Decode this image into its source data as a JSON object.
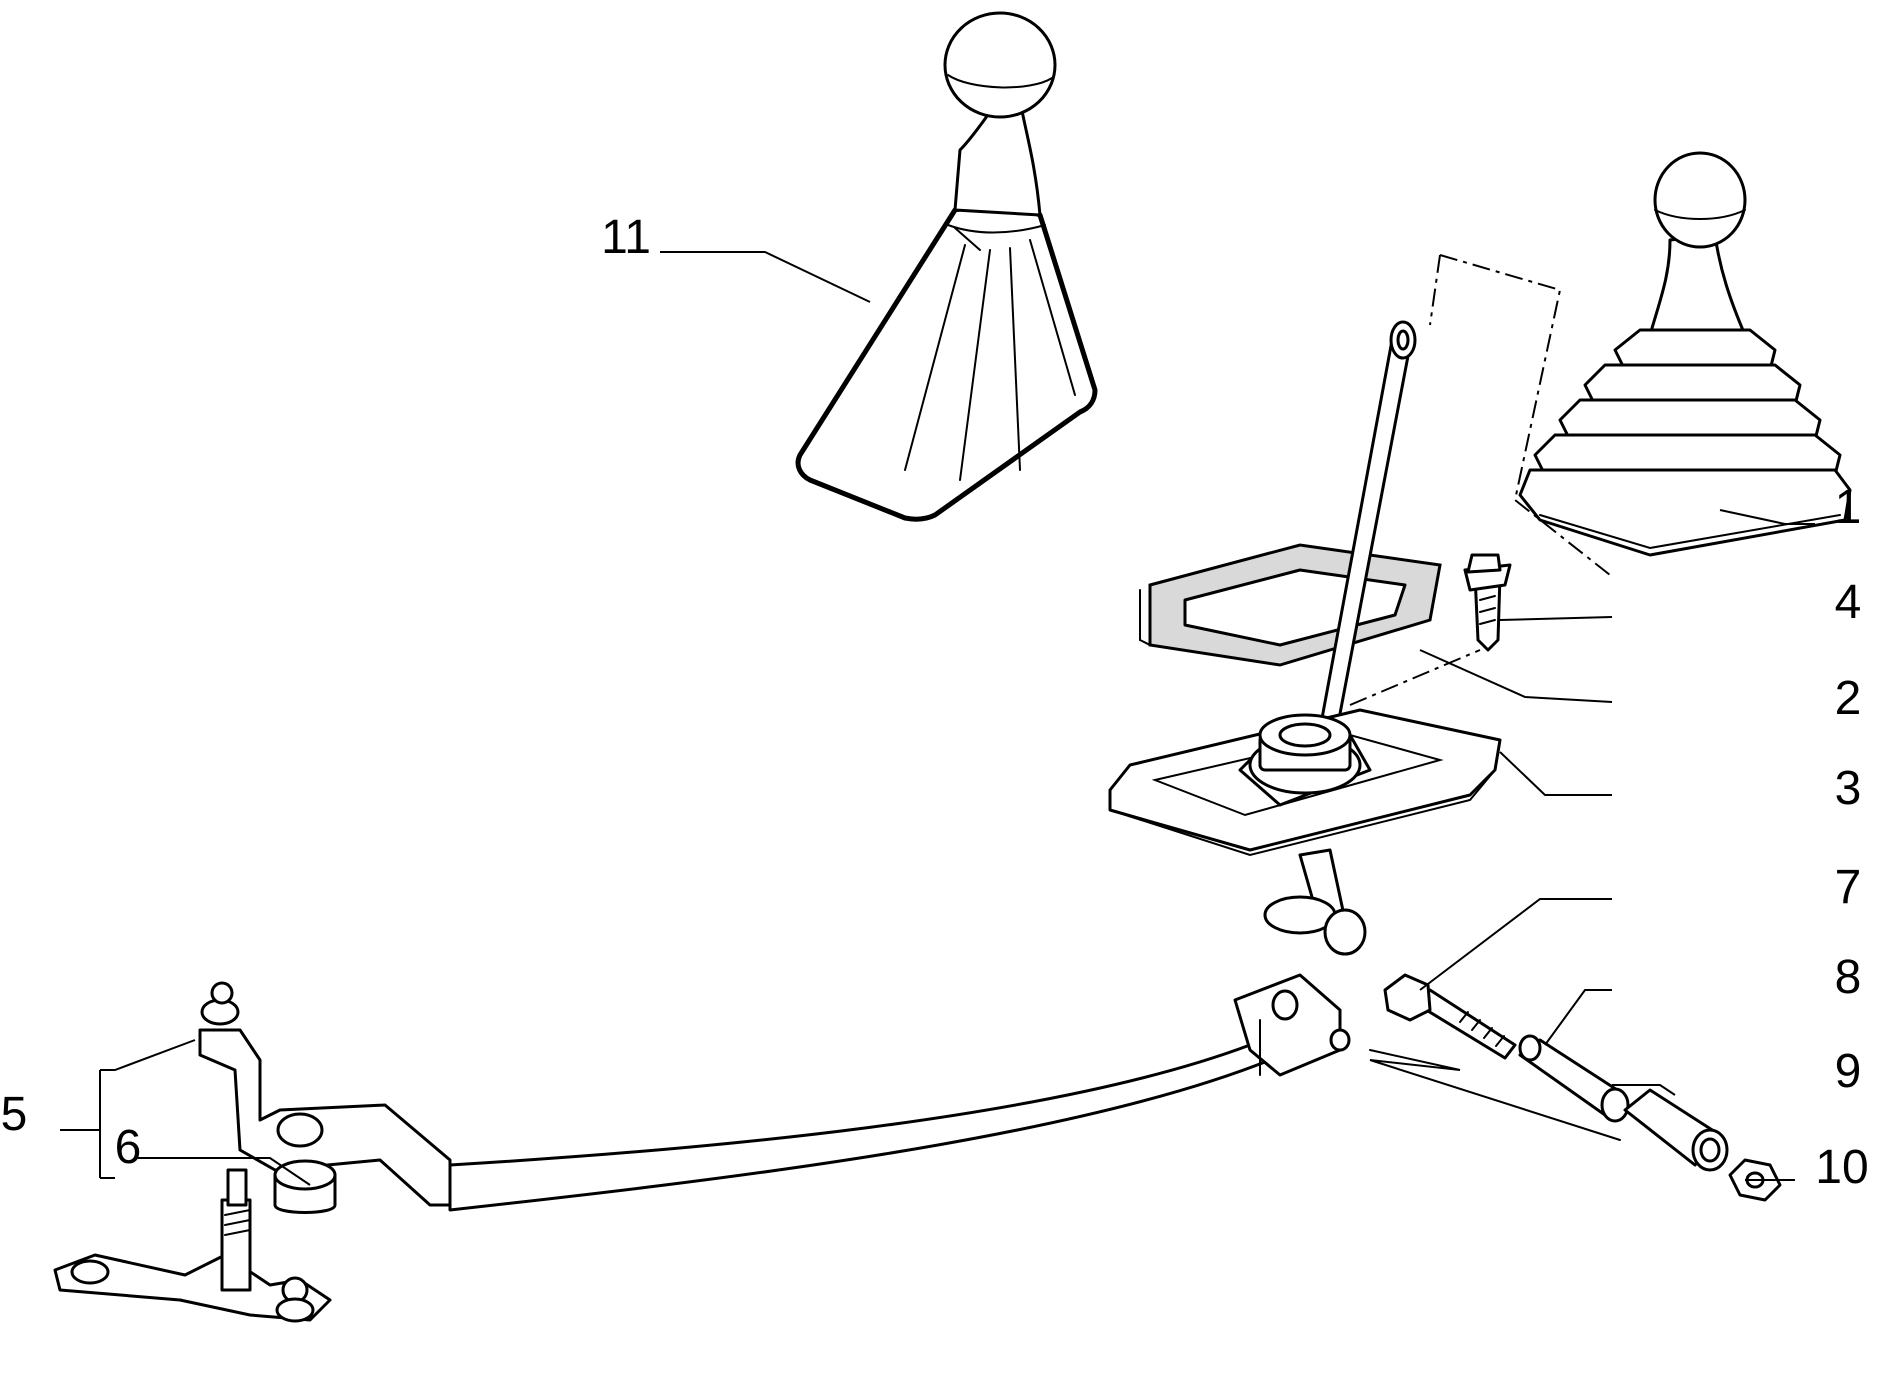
{
  "diagram": {
    "callouts": [
      {
        "key": "c1",
        "label": "1"
      },
      {
        "key": "c2",
        "label": "2"
      },
      {
        "key": "c3",
        "label": "3"
      },
      {
        "key": "c4",
        "label": "4"
      },
      {
        "key": "c5",
        "label": "5"
      },
      {
        "key": "c6",
        "label": "6"
      },
      {
        "key": "c7",
        "label": "7"
      },
      {
        "key": "c8",
        "label": "8"
      },
      {
        "key": "c9",
        "label": "9"
      },
      {
        "key": "c10",
        "label": "10"
      },
      {
        "key": "c11",
        "label": "11"
      }
    ]
  }
}
